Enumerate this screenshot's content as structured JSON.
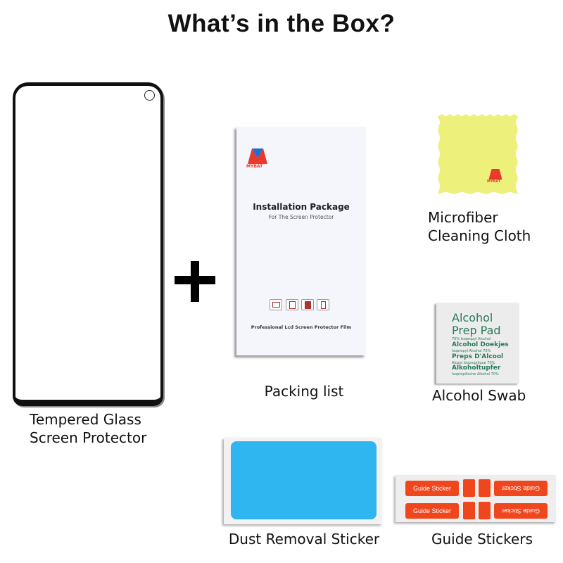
{
  "title": "What’s in the Box?",
  "items": {
    "glass": {
      "label_line1": "Tempered Glass",
      "label_line2": "Screen Protector"
    },
    "package": {
      "brand": "MYBAT",
      "title": "Installation Package",
      "subtitle": "For The Screen Protector",
      "footer": "Professional Lcd Screen Protector Film",
      "label": "Packing list"
    },
    "cloth": {
      "brand": "MYBAT",
      "label_line1": "Microfiber",
      "label_line2": "Cleaning Cloth"
    },
    "swab": {
      "lines": [
        "Alcohol",
        "Prep Pad",
        "70% Isopropyl Alcohol",
        "Alcohol Doekjes",
        "Isopropyl Alcohol 70%",
        "Preps D'Alcool",
        "Alcool Isopropilique 70%",
        "Alkoholtupfer",
        "Isopropilische Alkohol 70%"
      ],
      "label": "Alcohol Swab"
    },
    "dust": {
      "label": "Dust Removal Sticker"
    },
    "guide": {
      "sticker_text": "Guide Sticker",
      "label": "Guide Stickers"
    }
  },
  "colors": {
    "brand_red": "#e8392a",
    "brand_blue": "#1f6fd0",
    "cloth": "#eef07c",
    "dust_blue": "#2fb6f0",
    "guide_orange": "#f0461e",
    "swab_text": "#2a7a5a"
  }
}
